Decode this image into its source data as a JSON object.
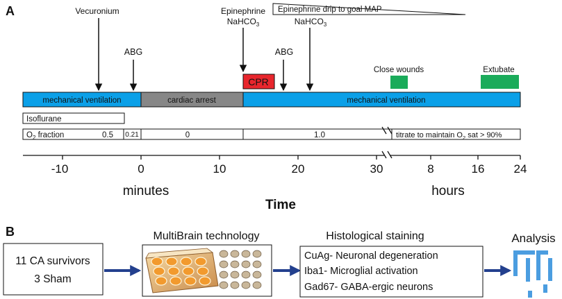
{
  "panel_a": {
    "label": "A",
    "events": {
      "vecuronium": "Vecuronium",
      "abg_1": "ABG",
      "epinephrine": "Epinephrine",
      "nahco3_1": "NaHCO3",
      "epi_drip": "Epinephrine drip to goal MAP",
      "nahco3_2": "NaHCO3",
      "abg_2": "ABG",
      "close_wounds": "Close wounds",
      "extubate": "Extubate"
    },
    "phases": {
      "mech_vent_1": "mechanical ventilation",
      "cardiac_arrest": "cardiac arrest",
      "cpr": "CPR",
      "mech_vent_2": "mechanical ventilation"
    },
    "isoflurane": "Isoflurane",
    "o2": {
      "label_prefix": "O",
      "label_sub": "2",
      "label_suffix": " fraction",
      "val_1": "0.5",
      "val_2": "0.21",
      "val_3": "0",
      "val_4": "1.0",
      "titrate_prefix": "titrate to maintain O",
      "titrate_sub": "2",
      "titrate_suffix": " sat > 90%"
    },
    "axis": {
      "minute_ticks": [
        "-10",
        "0",
        "10",
        "20",
        "30"
      ],
      "hour_ticks": [
        "8",
        "16",
        "24"
      ],
      "minutes_label": "minutes",
      "hours_label": "hours",
      "time_label": "Time"
    },
    "colors": {
      "ventilation": "#0ba0e8",
      "arrest": "#878787",
      "cpr": "#e8262d",
      "green": "#1aab5a"
    }
  },
  "panel_b": {
    "label": "B",
    "box1": [
      "11 CA survivors",
      "3 Sham"
    ],
    "multibrain": "MultiBrain technology",
    "histo_title": "Histological staining",
    "histo_items": [
      "CuAg- Neuronal degeneration",
      "Iba1- Microglial activation",
      "Gad67- GABA-ergic neurons"
    ],
    "analysis": "Analysis",
    "colors": {
      "arrow": "#23408e",
      "logo": "#4b9de0"
    }
  }
}
